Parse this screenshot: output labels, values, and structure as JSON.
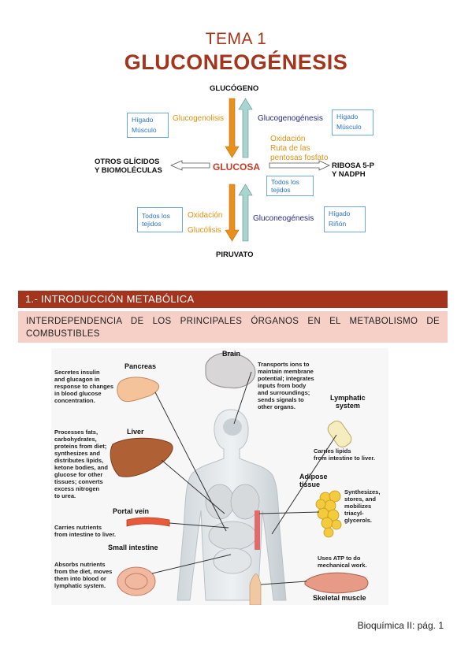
{
  "header": {
    "tema": "TEMA 1",
    "title": "GLUCONEOGÉNESIS"
  },
  "scheme": {
    "top": "GLUCÓGENO",
    "center": "GLUCOSA",
    "bottom": "PIRUVATO",
    "left": [
      "OTROS GLÍCIDOS",
      "Y  BIOMOLÉCULAS"
    ],
    "right": [
      "RIBOSA 5-P",
      "Y NADPH"
    ],
    "glucogenolisis": "Glucogenolisis",
    "glucogenogenesis": "Glucogenogénesis",
    "oxidacion_ruta": [
      "Oxidación",
      "Ruta de las",
      "pentosas fosfato"
    ],
    "oxidacion": "Oxidación",
    "glucolisis": "Glucólisis",
    "gluconeogenesis": "Gluconeogénesis",
    "boxes": {
      "tl": [
        "Hígado",
        "Músculo"
      ],
      "tr": [
        "Hígado",
        "Músculo"
      ],
      "mr": [
        "Todos los",
        "tejidos"
      ],
      "bl": [
        "Todos los",
        "tejidos"
      ],
      "br": [
        "Hígado",
        "Riñón"
      ]
    },
    "colors": {
      "orange": "#e8901c",
      "teal": "#a9d4cf",
      "red": "#cc3a26",
      "blue_box": "#6fa7e0"
    }
  },
  "section": {
    "title": "1.- INTRODUCCIÓN METABÓLICA",
    "subtitle": "INTERDEPENDENCIA DE LOS PRINCIPALES ÓRGANOS EN EL METABOLISMO DE COMBUSTIBLES"
  },
  "figure": {
    "pancreas": {
      "name": "Pancreas",
      "desc": [
        "Secretes insulin",
        "and glucagon in",
        "response to changes",
        "in blood glucose",
        "concentration."
      ]
    },
    "brain": {
      "name": "Brain",
      "desc": [
        "Transports ions to",
        "maintain membrane",
        "potential; integrates",
        "inputs from body",
        "and surroundings;",
        "sends signals to",
        "other organs."
      ]
    },
    "lymphatic": {
      "name": [
        "Lymphatic",
        "system"
      ],
      "desc": [
        "Carries lipids",
        "from intestine to liver."
      ]
    },
    "liver": {
      "name": "Liver",
      "desc": [
        "Processes fats,",
        "carbohydrates,",
        "proteins from diet;",
        "synthesizes and",
        "distributes lipids,",
        "ketone bodies, and",
        "glucose for other",
        "tissues; converts",
        "excess nitrogen",
        "to urea."
      ]
    },
    "adipose": {
      "name": [
        "Adipose",
        "tissue"
      ],
      "desc": [
        "Synthesizes,",
        "stores, and",
        "mobilizes",
        "triacyl-",
        "glycerols."
      ]
    },
    "portal": {
      "name": "Portal vein",
      "desc": [
        "Carries nutrients",
        "from intestine to liver."
      ]
    },
    "intestine": {
      "name": "Small intestine",
      "desc": [
        "Absorbs nutrients",
        "from the diet, moves",
        "them into blood or",
        "lymphatic system."
      ]
    },
    "muscle": {
      "name": "Skeletal muscle",
      "desc": [
        "Uses ATP to do",
        "mechanical work."
      ]
    }
  },
  "footer": {
    "page": "Bioquímica II: pág. 1"
  }
}
